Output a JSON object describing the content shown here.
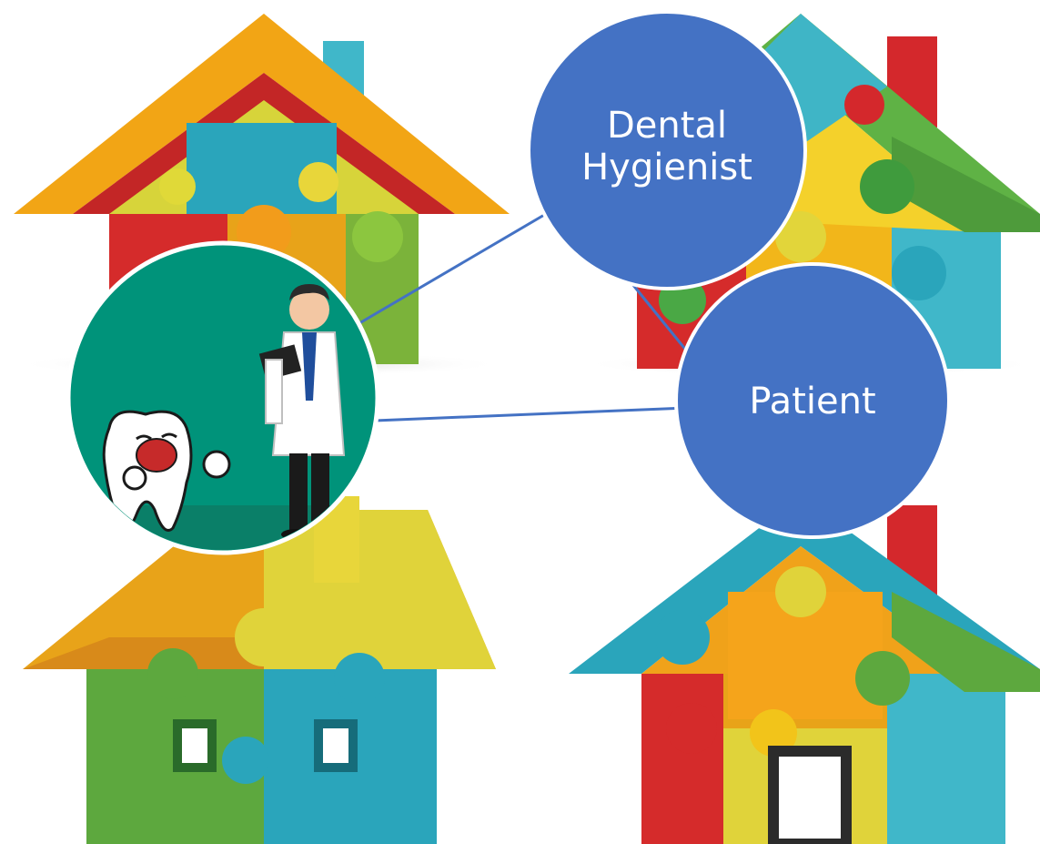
{
  "diagram": {
    "nodes": {
      "dental_hygienist": {
        "label": "Dental\nHygienist"
      },
      "patient": {
        "label": "Patient"
      },
      "professional": {
        "illustration": "dentist-with-tooth-icon"
      }
    },
    "edges": [
      {
        "from": "professional",
        "to": "dental_hygienist"
      },
      {
        "from": "professional",
        "to": "patient"
      },
      {
        "from": "dental_hygienist",
        "to": "patient"
      }
    ],
    "background": {
      "illustration": "puzzle-houses"
    },
    "colors": {
      "node_fill": "#4472c4",
      "node_stroke": "#ffffff",
      "edge": "#4472c4",
      "illustration_bg": "#00937a"
    }
  }
}
